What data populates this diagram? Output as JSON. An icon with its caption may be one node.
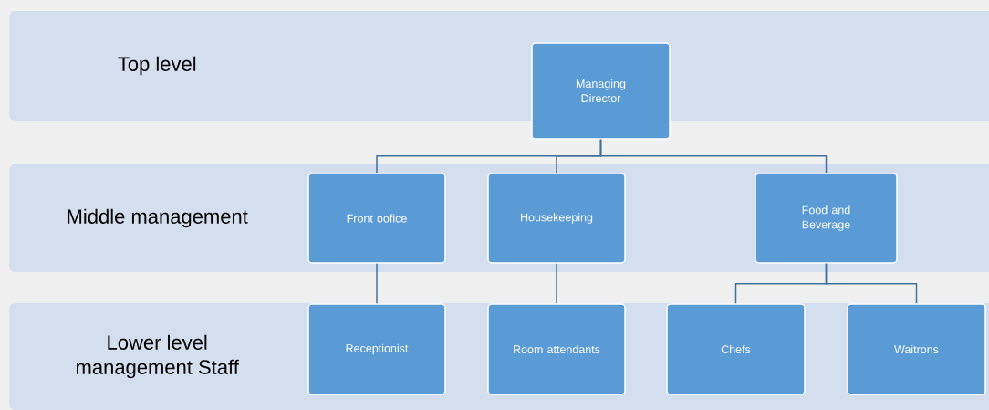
{
  "diagram": {
    "nodes": [
      {
        "text": [
          "Top level"
        ]
      },
      {
        "text": [
          "Middle management"
        ]
      },
      {
        "text": [
          "Lower level management Staff"
        ]
      },
      {
        "text": [
          "Managing Director"
        ]
      },
      {
        "text": [
          "Front oofice"
        ],
        "in": 1
      },
      {
        "text": [
          "Housekeeping"
        ],
        "in": 1
      },
      {
        "text": [
          "Food and Beverage"
        ],
        "in": 1
      },
      {
        "text": [
          "Receptionist"
        ],
        "in": 2
      },
      {
        "text": [
          "Room attendants"
        ],
        "in": 2
      },
      {
        "text": [
          "Chefs"
        ],
        "in": 2
      },
      {
        "text": [
          "Waitrons"
        ],
        "in": 2
      }
    ],
    "edges": [
      {
        "from": 3,
        "to": 4,
        "arrow": "none"
      },
      {
        "from": 3,
        "to": 5,
        "arrow": "none"
      },
      {
        "from": 3,
        "to": 6,
        "arrow": "none"
      },
      {
        "from": 4,
        "to": 7,
        "arrow": "none"
      },
      {
        "from": 5,
        "to": 8,
        "arrow": "none"
      },
      {
        "from": 6,
        "to": 9,
        "arrow": "none"
      },
      {
        "from": 6,
        "to": 10,
        "arrow": "none"
      }
    ]
  }
}
